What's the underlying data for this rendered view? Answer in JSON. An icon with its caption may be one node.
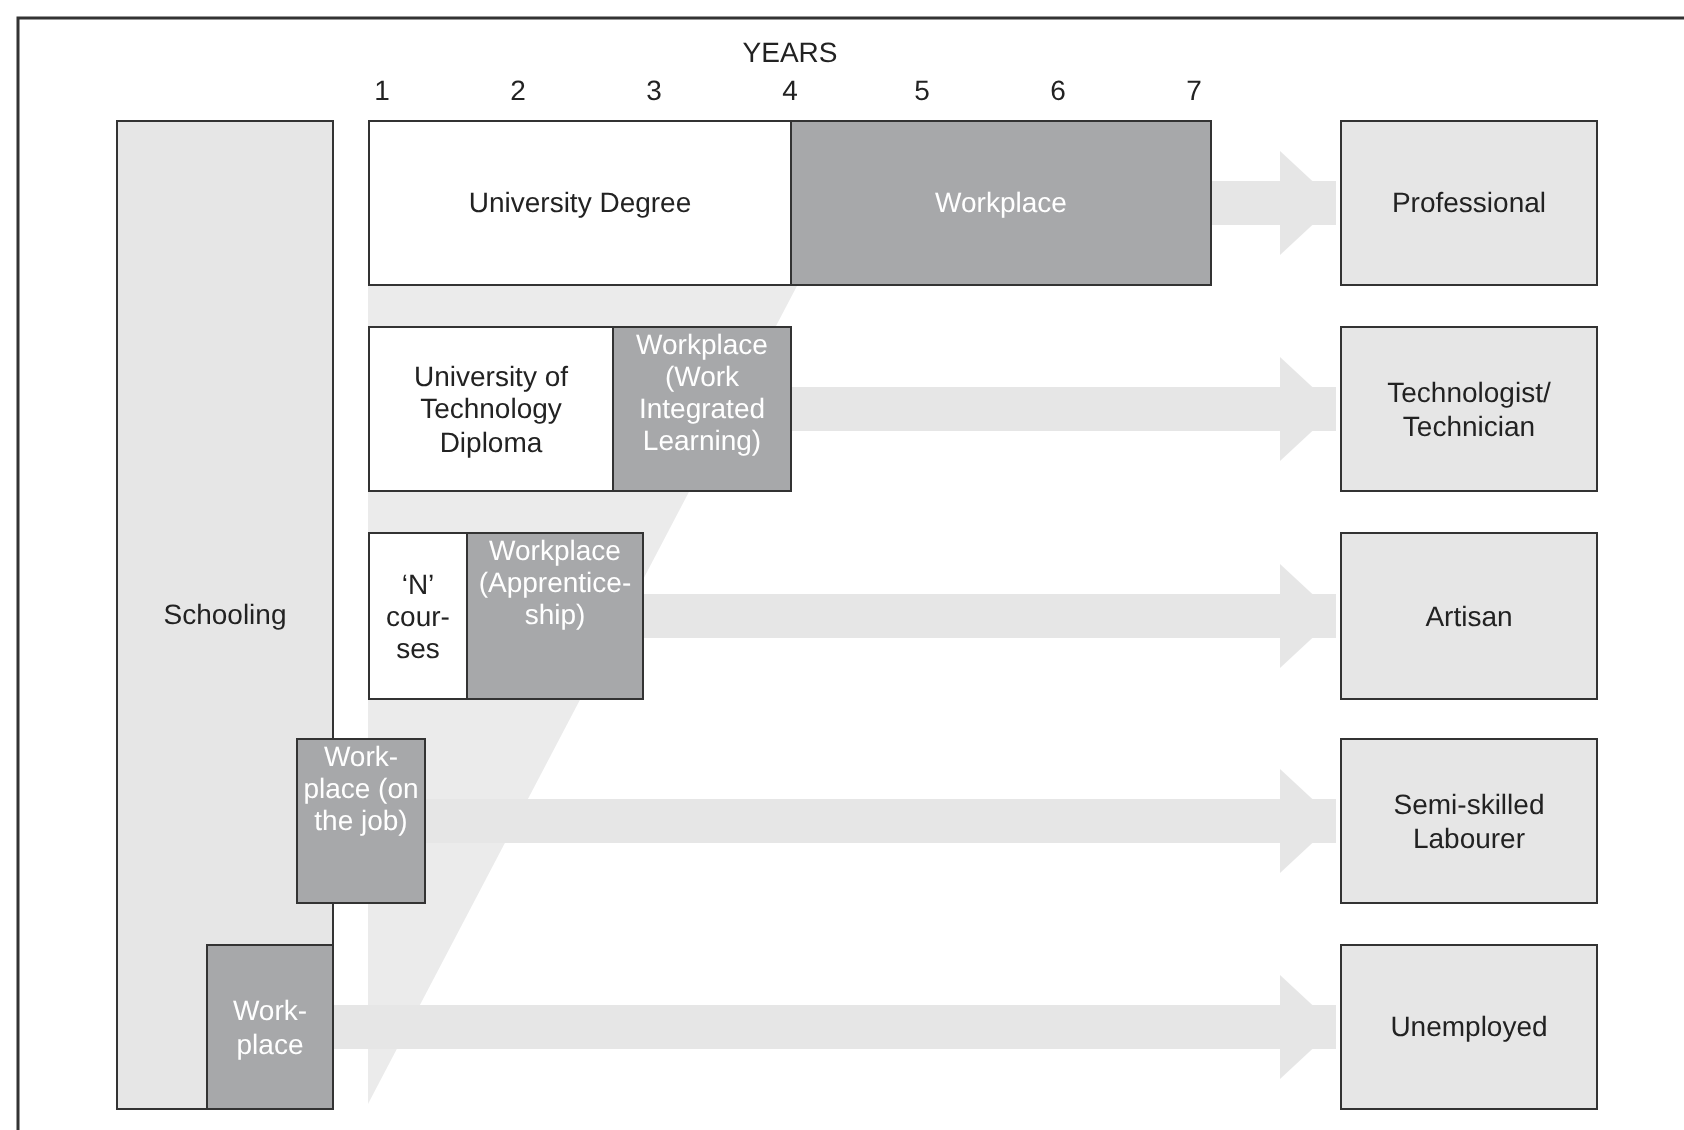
{
  "diagram": {
    "nodes": [
      {
        "text": [
          "Schooling"
        ]
      },
      {
        "text": [
          "University Degree"
        ]
      },
      {
        "text": [
          "Workplace"
        ]
      },
      {
        "text": [
          "Professional"
        ]
      },
      {
        "text": [
          "University of Technology Diploma"
        ]
      },
      {
        "text": [
          "Workplace (Work Integrated Learning)"
        ]
      },
      {
        "text": [
          "Technologist/ Technician"
        ]
      },
      {
        "text": [
          "‘N’ cour-ses"
        ]
      },
      {
        "text": [
          "Workplace (Apprentice-ship)"
        ]
      },
      {
        "text": [
          "Artisan"
        ]
      },
      {
        "text": [
          "Work-place (on the job)"
        ]
      },
      {
        "text": [
          "Semi-skilled Labourer"
        ]
      },
      {
        "text": [
          "Work-place"
        ],
        "in": 0
      },
      {
        "text": [
          "Unemployed"
        ]
      }
    ],
    "edges": [
      {
        "from": 2,
        "to": 3,
        "arrow": "to"
      },
      {
        "from": 5,
        "to": 6,
        "arrow": "to"
      },
      {
        "from": 8,
        "to": 9,
        "arrow": "to"
      },
      {
        "from": 10,
        "to": 11,
        "arrow": "to"
      },
      {
        "from": 12,
        "to": 13,
        "arrow": "to"
      }
    ],
    "labels": [
      "YEARS",
      "1",
      "2",
      "3",
      "4",
      "5",
      "6",
      "7"
    ]
  }
}
